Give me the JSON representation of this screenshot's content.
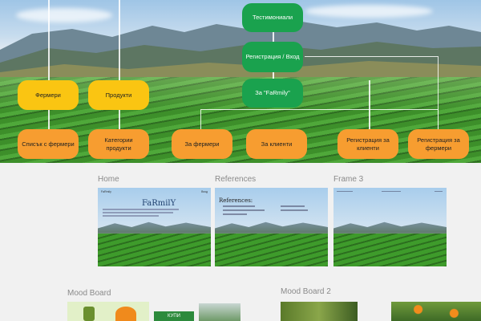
{
  "sitemap": {
    "green_nodes": [
      "Тестимониали",
      "Регистрация / Вход",
      "За \"FaRmily\""
    ],
    "yellow_nodes": [
      "Фермери",
      "Продукти"
    ],
    "orange_nodes": [
      "Списък с фермери",
      "Категории продукти",
      "За фермери",
      "За клиенти",
      "Регистрация за клиенти",
      "Регистрация за фермери"
    ]
  },
  "frames": [
    {
      "label": "Home",
      "logo": "FaRmilY",
      "top_left": "FaRmily",
      "top_right": "Вход"
    },
    {
      "label": "References",
      "heading": "References:"
    },
    {
      "label": "Frame 3"
    }
  ],
  "mood_boards": [
    {
      "label": "Mood Board",
      "button_text": "КУПИ"
    },
    {
      "label": "Mood Board 2"
    }
  ],
  "colors": {
    "green": "#1aa24e",
    "yellow": "#fac512",
    "orange": "#f79d30",
    "canvas": "#f1f1f1"
  }
}
